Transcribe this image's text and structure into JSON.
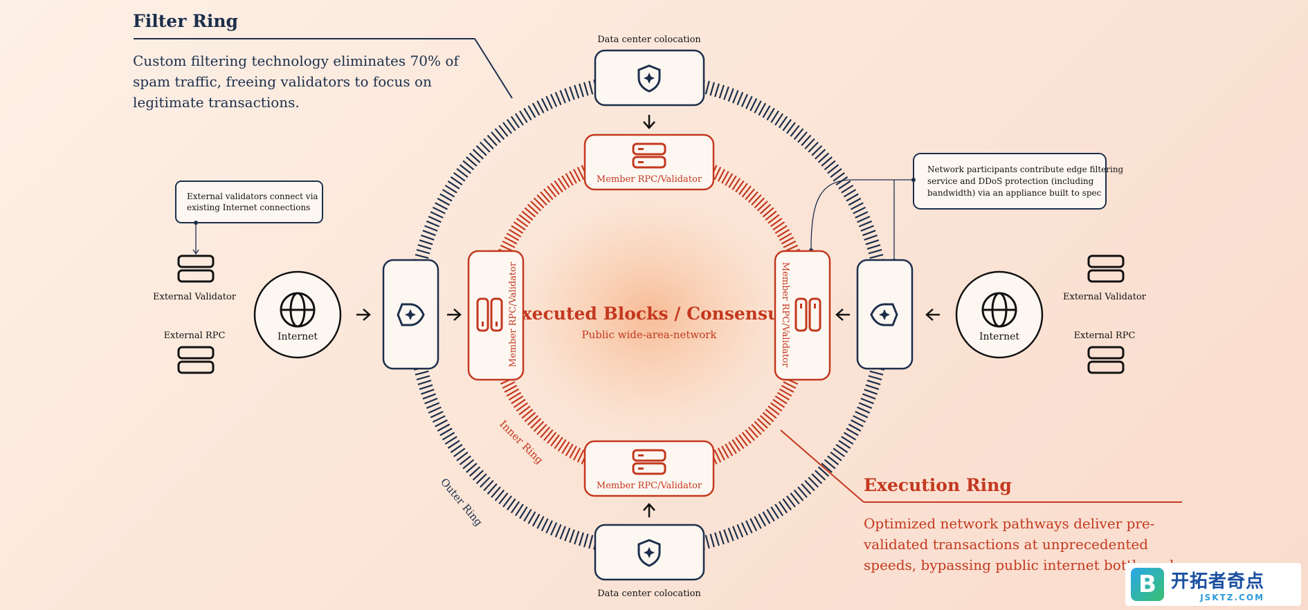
{
  "title_filter": "Filter Ring",
  "desc_filter": [
    "Custom filtering technology eliminates 70% of",
    "spam traffic, freeing validators to focus on",
    "legitimate transactions."
  ],
  "title_exec": "Execution Ring",
  "desc_exec": [
    "Optimized network pathways deliver pre-",
    "validated transactions at unprecedented",
    "speeds, bypassing public internet bottlenecks"
  ],
  "center": {
    "title": "Executed Blocks / Consensus",
    "subtitle": "Public wide-area-network"
  },
  "colo_label": "Data center colocation",
  "member_label": "Member RPC/Validator",
  "internet_label": "Internet",
  "ext_validator_label": "External Validator",
  "ext_rpc_label": "External RPC",
  "outer_ring_label": "Outer Ring",
  "inner_ring_label": "Inner Ring",
  "callout_left": [
    "External validators connect via",
    "existing Internet connections"
  ],
  "callout_right": [
    "Network participants contribute edge filtering",
    "service and DDoS protection (including",
    "bandwidth) via an appliance built to spec"
  ],
  "colors": {
    "navy": "#1b2e4b",
    "rust": "#c3381f",
    "node_fill": "#fdf7f2"
  },
  "icons": {
    "filter_node": "shield-star-icon",
    "member_node": "server-icon",
    "internet": "globe-icon",
    "arrow": "arrow-icon"
  },
  "watermark": {
    "logo": "B",
    "cn": "开拓者奇点",
    "en": "JSKTZ.COM"
  }
}
